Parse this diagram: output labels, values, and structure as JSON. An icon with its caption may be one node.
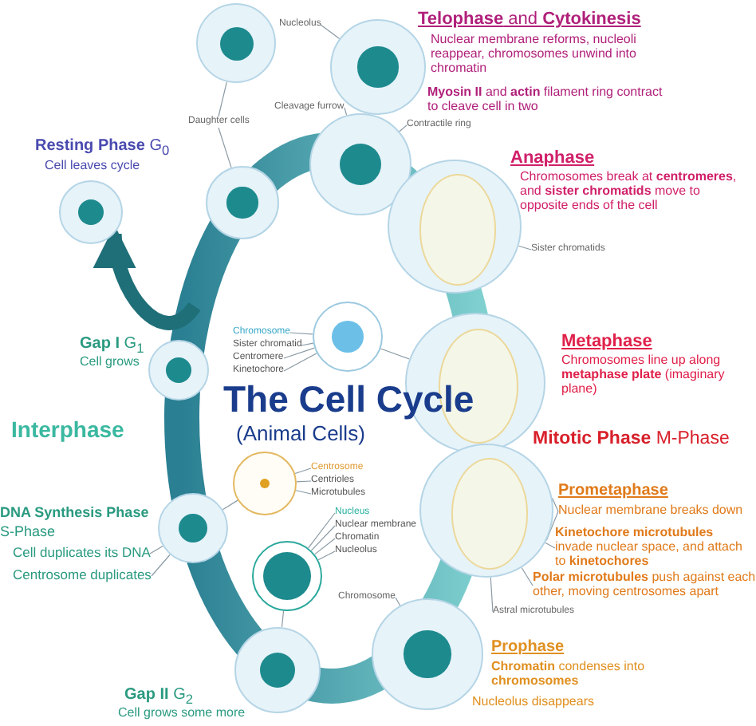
{
  "diagram": {
    "title": "The Cell Cycle",
    "nodes": [
      {
        "text": [],
        "shape": "circle"
      },
      {
        "text": [
          "Daughter cells"
        ]
      },
      {
        "text": [],
        "shape": "circle",
        "beside": [
          "**Telophase** and **Cytokinesis**",
          "Nuclear membrane reforms, nucleoli reappear, chromosomes unwind into chromatin",
          "**Myosin II** and **actin** filament ring contract to cleave cell in two"
        ]
      },
      {
        "text": [
          "Nucleolus"
        ]
      },
      {
        "text": [
          "Cleavage furrow"
        ]
      },
      {
        "text": [],
        "shape": "circle"
      },
      {
        "text": [
          "Contractile ring"
        ]
      },
      {
        "text": [],
        "shape": "circle",
        "beside": [
          "**Resting Phase** G$_{0}$",
          "Cell leaves cycle"
        ]
      },
      {
        "text": [],
        "shape": "circle"
      },
      {
        "text": [],
        "shape": "circle",
        "beside": [
          "Anaphase",
          "Chromosomes break at **centromeres**, and **sister chromatids** move to opposite ends of the cell"
        ]
      },
      {
        "text": [
          "Sister chromatids"
        ]
      },
      {
        "text": [],
        "shape": "circle",
        "beside": [
          "**Gap I** G$_{1}$",
          "Cell grows"
        ]
      },
      {
        "text": [],
        "shape": "circle"
      },
      {
        "text": [
          "Chromosome"
        ]
      },
      {
        "text": [
          "Sister chromatid"
        ]
      },
      {
        "text": [
          "Centromere"
        ]
      },
      {
        "text": [
          "Kinetochore"
        ]
      },
      {
        "text": [],
        "shape": "circle",
        "beside": [
          "Metaphase",
          "Chromosomes line up along **metaphase plate** (imaginary plane)"
        ]
      },
      {
        "text": [],
        "shape": "circle"
      },
      {
        "text": [
          "Centrosome"
        ]
      },
      {
        "text": [
          "Centrioles"
        ]
      },
      {
        "text": [
          "Microtubules"
        ]
      },
      {
        "text": [],
        "shape": "circle",
        "beside": [
          "DNA Synthesis Phase",
          "S-Phase"
        ]
      },
      {
        "text": [
          "Cell duplicates its DNA"
        ]
      },
      {
        "text": [
          "Centrosome duplicates"
        ]
      },
      {
        "text": [],
        "shape": "circle"
      },
      {
        "text": [
          "Nucleus"
        ]
      },
      {
        "text": [
          "Nuclear membrane"
        ]
      },
      {
        "text": [
          "Chromatin"
        ]
      },
      {
        "text": [
          "Nucleolus"
        ]
      },
      {
        "text": [],
        "shape": "circle",
        "beside": [
          "Prometaphase"
        ]
      },
      {
        "text": [
          "Nuclear membrane breaks down"
        ]
      },
      {
        "text": [
          "**Kinetochore microtubules** invade nuclear space, and attach to **kinetochores**"
        ]
      },
      {
        "text": [
          "**Polar microtubules** push against each other, moving centrosomes apart"
        ]
      },
      {
        "text": [
          "Astral microtubules"
        ]
      },
      {
        "text": [],
        "shape": "circle",
        "beside": [
          "**Gap II** G$_{2}$",
          "Cell grows some more"
        ]
      },
      {
        "text": [
          "Chromosome"
        ]
      },
      {
        "text": [],
        "shape": "circle",
        "beside": [
          "Prophase",
          "**Chromatin** condenses into **chromosomes**",
          "Nucleolus disappears"
        ]
      }
    ],
    "edges": [
      {
        "from": 1,
        "to": 0,
        "arrow": "none"
      },
      {
        "from": 1,
        "to": 8,
        "arrow": "none"
      },
      {
        "from": 3,
        "to": 2,
        "arrow": "none"
      },
      {
        "from": 4,
        "to": 5,
        "arrow": "none"
      },
      {
        "from": 6,
        "to": 5,
        "arrow": "none"
      },
      {
        "from": null,
        "to": 7,
        "arrow": "to",
        "style": "thick",
        "color": "#1f6f78"
      },
      {
        "from": 10,
        "to": 9,
        "arrow": "none"
      },
      {
        "from": 13,
        "to": 12,
        "arrow": "none"
      },
      {
        "from": 14,
        "to": 12,
        "arrow": "none"
      },
      {
        "from": 15,
        "to": 12,
        "arrow": "none"
      },
      {
        "from": 16,
        "to": 12,
        "arrow": "none"
      },
      {
        "from": 12,
        "to": 17,
        "arrow": "none"
      },
      {
        "from": 19,
        "to": 18,
        "arrow": "none"
      },
      {
        "from": 20,
        "to": 18,
        "arrow": "none"
      },
      {
        "from": 21,
        "to": 18,
        "arrow": "none"
      },
      {
        "from": 18,
        "to": 22,
        "arrow": "none"
      },
      {
        "from": 23,
        "to": 22,
        "arrow": "none"
      },
      {
        "from": 24,
        "to": 22,
        "arrow": "none"
      },
      {
        "from": 26,
        "to": 25,
        "arrow": "none"
      },
      {
        "from": 27,
        "to": 25,
        "arrow": "none"
      },
      {
        "from": 28,
        "to": 25,
        "arrow": "none"
      },
      {
        "from": 29,
        "to": 25,
        "arrow": "none"
      },
      {
        "from": 25,
        "to": 35,
        "arrow": "none"
      },
      {
        "from": 31,
        "to": 30,
        "arrow": "none"
      },
      {
        "from": 31,
        "to": 30,
        "arrow": "none"
      },
      {
        "from": 32,
        "to": 30,
        "arrow": "none"
      },
      {
        "from": 33,
        "to": 30,
        "arrow": "none"
      },
      {
        "from": 34,
        "to": 30,
        "arrow": "none"
      },
      {
        "from": 36,
        "to": 37,
        "arrow": "none"
      }
    ],
    "labels": [
      "(Animal Cells)",
      "**Mitotic Phase** M-Phase",
      "Interphase"
    ]
  }
}
